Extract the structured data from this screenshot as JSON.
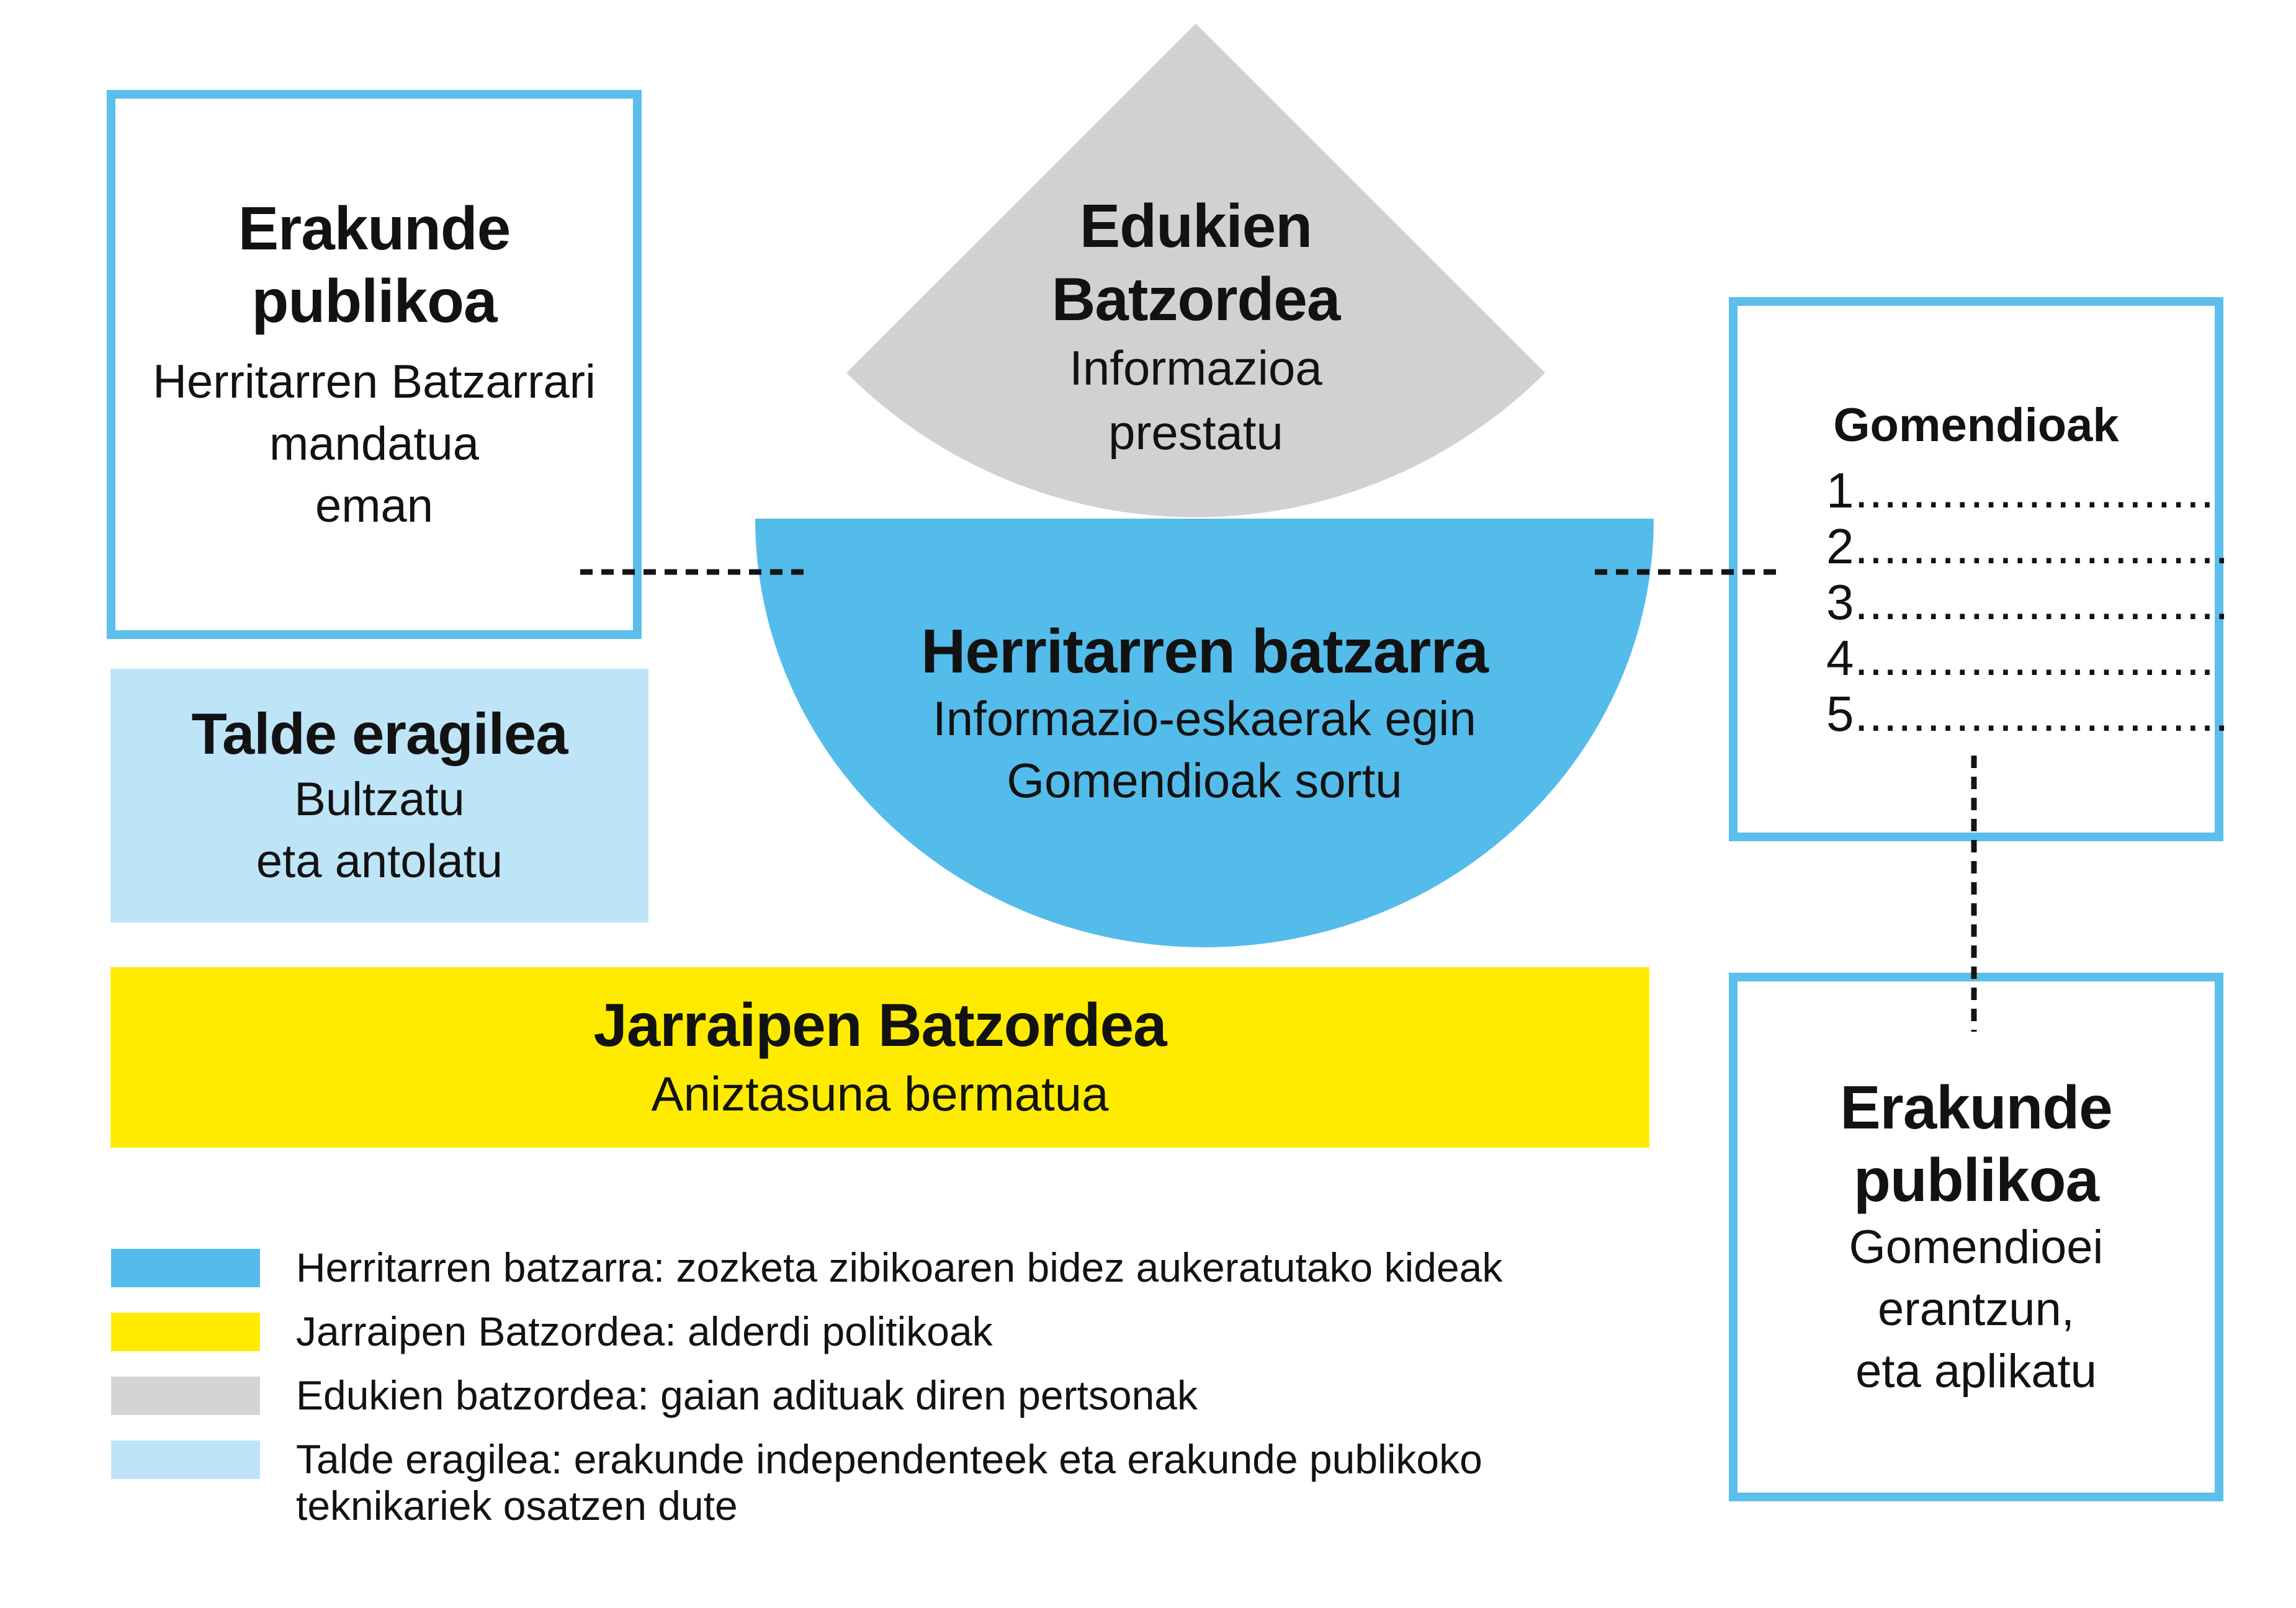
{
  "colors": {
    "sky_blue": "#54BCEB",
    "light_blue": "#BEE4F8",
    "yellow": "#FFEB00",
    "gray": "#D1D1D1",
    "box_border_blue": "#5BBEEB"
  },
  "content_committee": {
    "title_line1": "Edukien",
    "title_line2": "Batzordea",
    "body_line1": "Informazioa",
    "body_line2": "prestatu"
  },
  "citizens_assembly": {
    "title": "Herritarren batzarra",
    "body_line1": "Informazio-eskaerak egin",
    "body_line2": "Gomendioak sortu"
  },
  "public_institution_mandate": {
    "title_line1": "Erakunde",
    "title_line2": "publikoa",
    "body_line1": "Herritarren Batzarrari",
    "body_line2": "mandatua",
    "body_line3": "eman"
  },
  "steering_group": {
    "title": "Talde eragilea",
    "body_line1": "Bultzatu",
    "body_line2": "eta antolatu"
  },
  "followup_committee": {
    "title": "Jarraipen Batzordea",
    "subtitle": "Aniztasuna bermatua"
  },
  "recommendations": {
    "title": "Gomendioak",
    "items": [
      "1.........................",
      "2..........................",
      "3..........................",
      "4.........................",
      "5.........................."
    ]
  },
  "public_institution_response": {
    "title_line1": "Erakunde",
    "title_line2": "publikoa",
    "body_line1": "Gomendioei",
    "body_line2": "erantzun,",
    "body_line3": "eta aplikatu"
  },
  "legend": {
    "rows": [
      {
        "color": "#54BCEB",
        "label": "Herritarren batzarra: zozketa zibikoaren bidez aukeratutako kideak"
      },
      {
        "color": "#FFEB00",
        "label": "Jarraipen Batzordea: alderdi politikoak"
      },
      {
        "color": "#D4D4D4",
        "label": "Edukien batzordea: gaian adituak diren pertsonak"
      },
      {
        "color": "#BEE4F8",
        "label": "Talde eragilea: erakunde independenteek eta erakunde publikoko teknikariek osatzen dute"
      }
    ]
  }
}
